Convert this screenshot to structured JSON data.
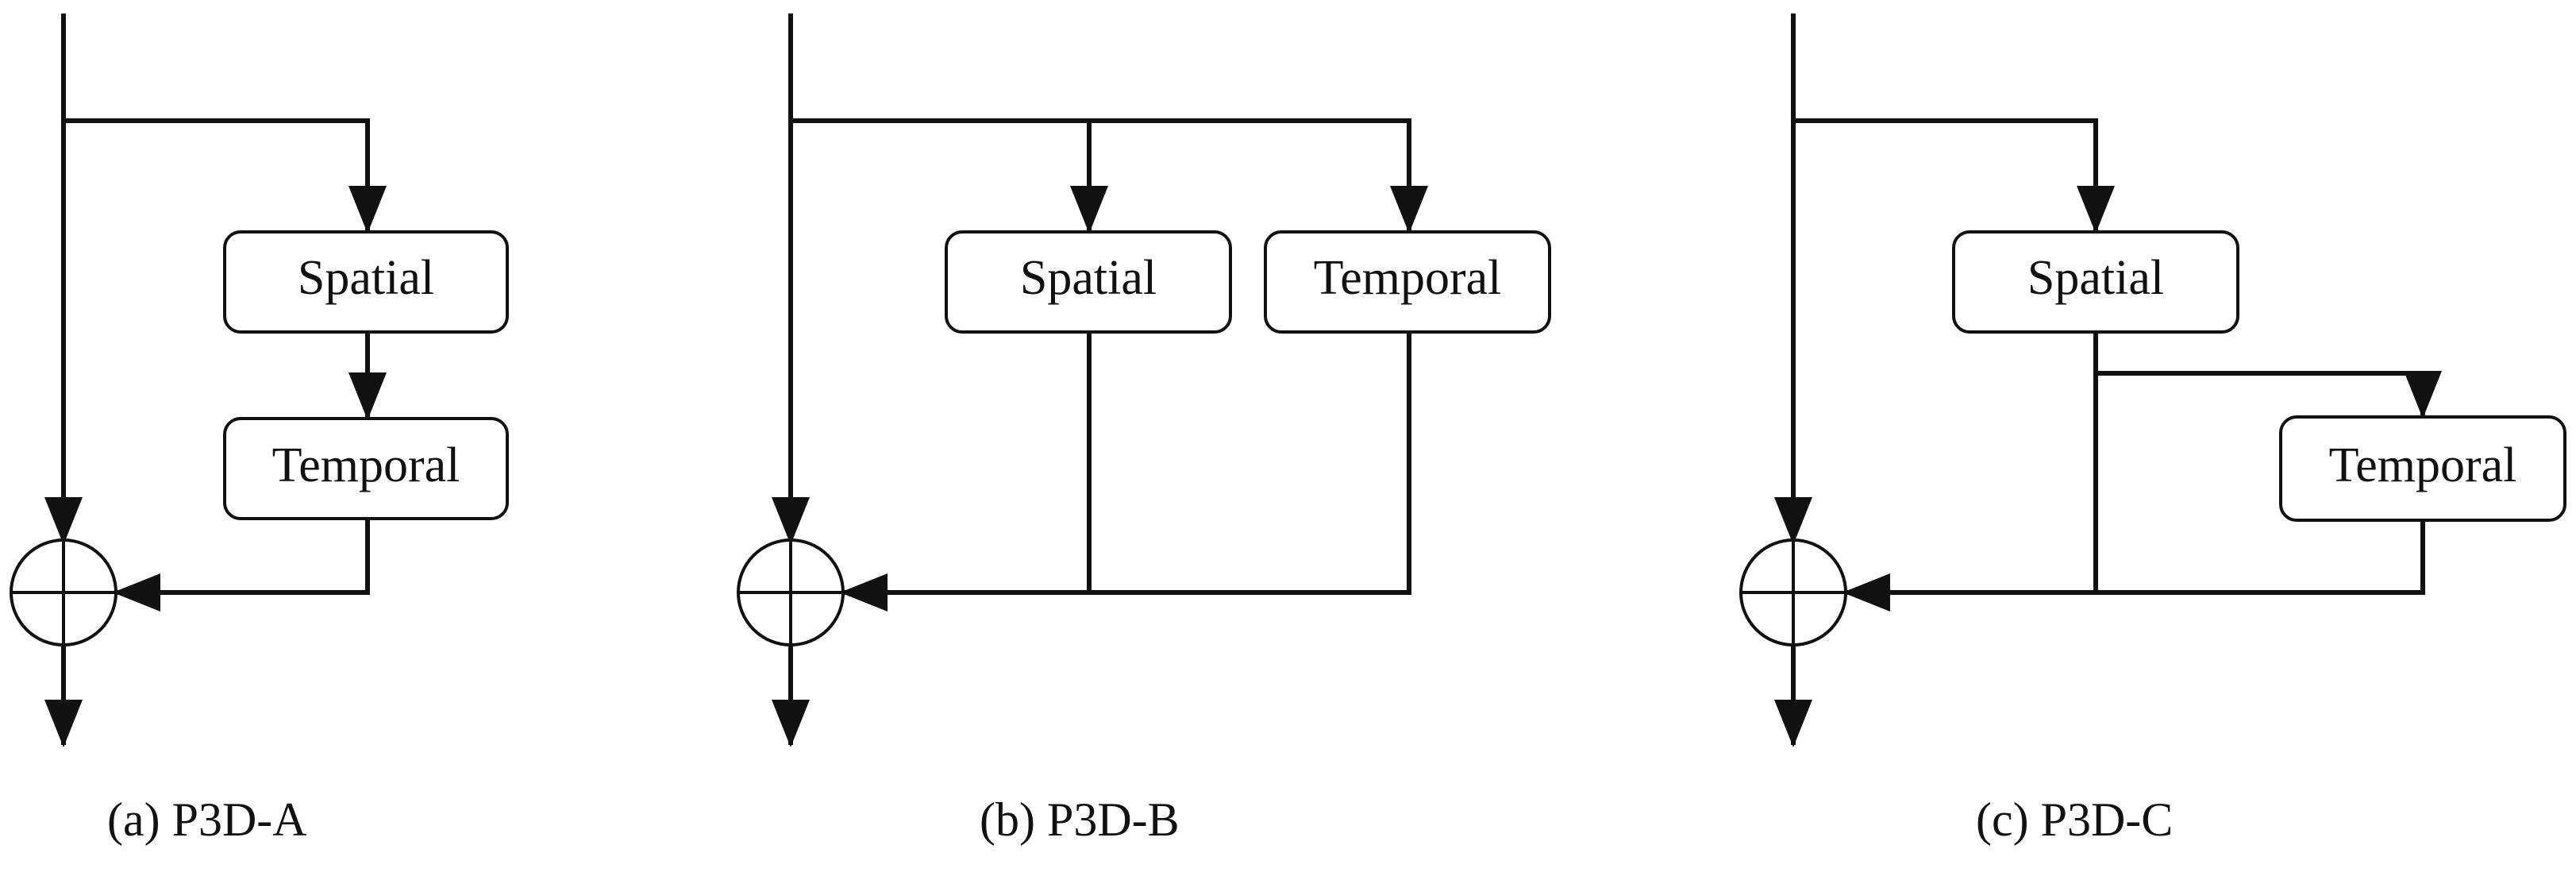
{
  "panels": [
    {
      "caption": "(a) P3D-A",
      "boxes": {
        "spatial": "Spatial",
        "temporal": "Temporal"
      }
    },
    {
      "caption": "(b) P3D-B",
      "boxes": {
        "spatial": "Spatial",
        "temporal": "Temporal"
      }
    },
    {
      "caption": "(c) P3D-C",
      "boxes": {
        "spatial": "Spatial",
        "temporal": "Temporal"
      }
    }
  ]
}
